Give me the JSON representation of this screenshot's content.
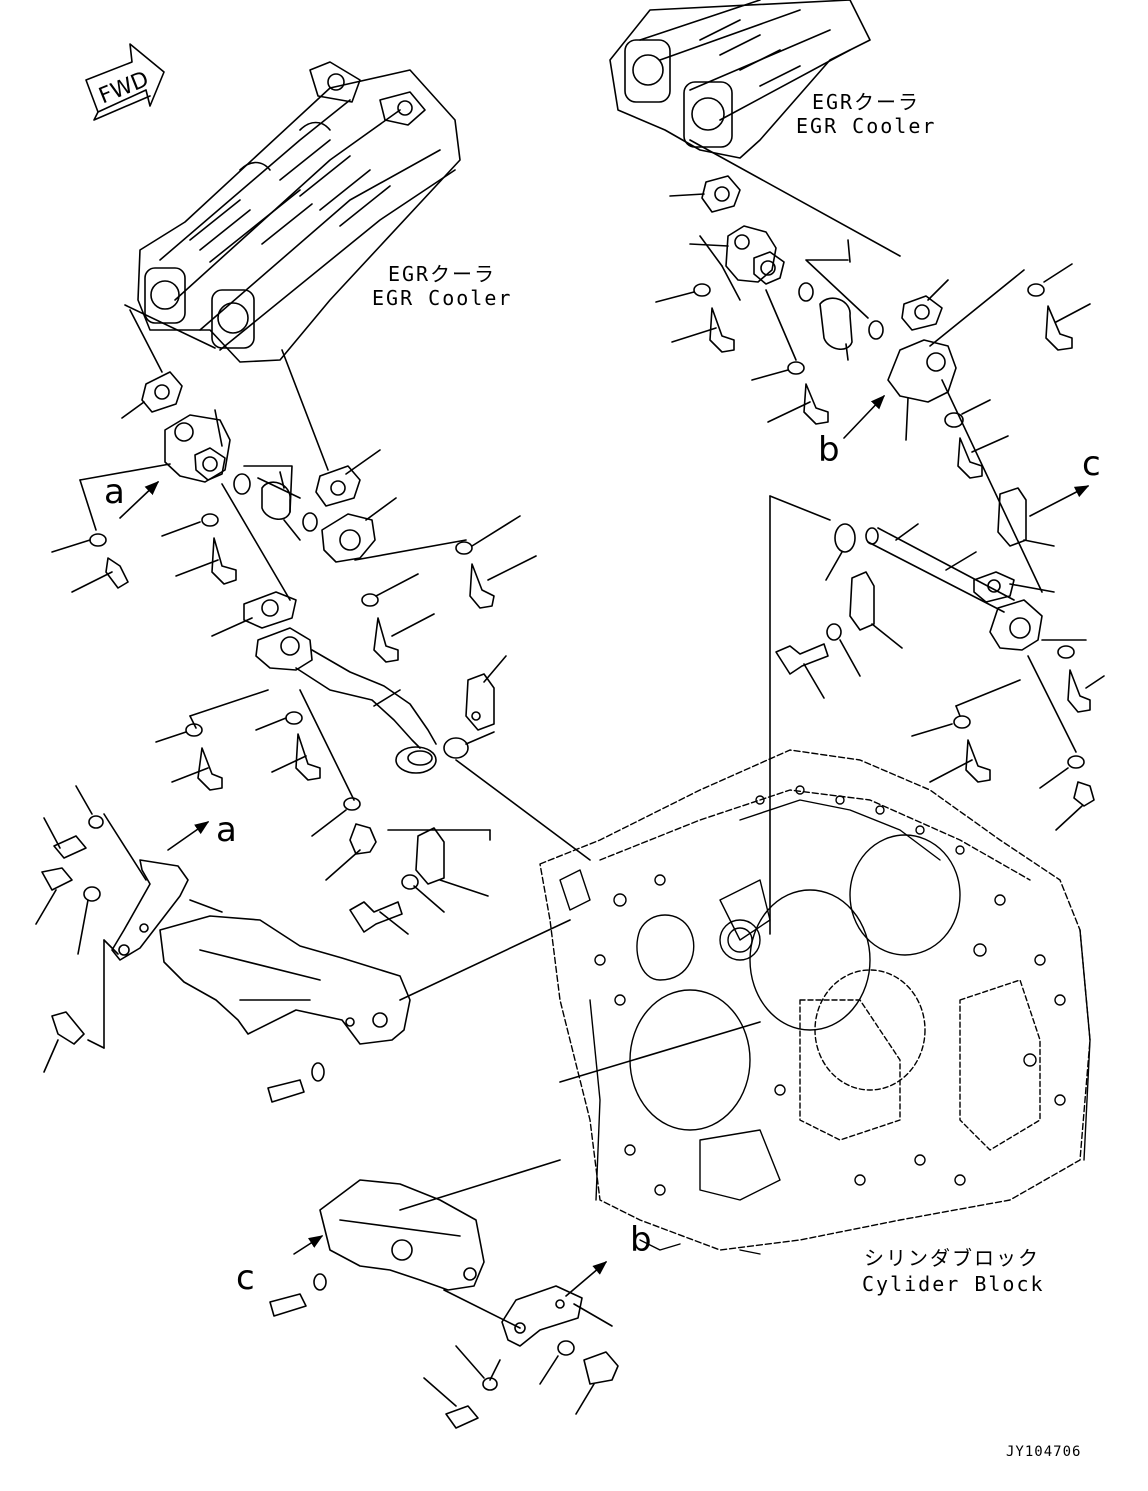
{
  "fwd_label": "FWD",
  "labels": {
    "egr_cooler_left_jp": "EGRクーラ",
    "egr_cooler_left_en": "EGR Cooler",
    "egr_cooler_right_jp": "EGRクーラ",
    "egr_cooler_right_en": "EGR Cooler",
    "cylinder_block_jp": "シリンダブロック",
    "cylinder_block_en": "Cylider Block"
  },
  "view_letters": {
    "a1": "a",
    "a2": "a",
    "b1": "b",
    "b2": "b",
    "c1": "c",
    "c2": "c"
  },
  "drawing_number": "JY104706"
}
